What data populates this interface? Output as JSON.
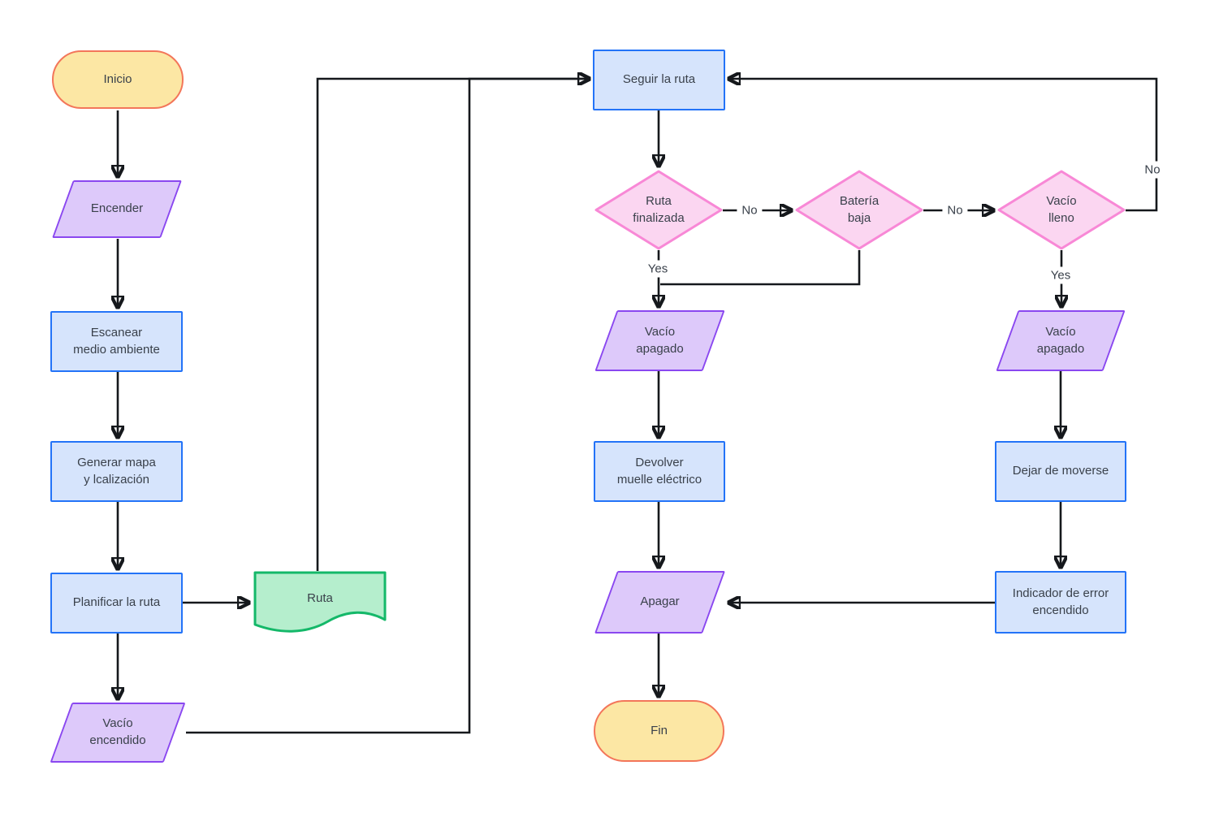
{
  "diagram": {
    "language": "es",
    "nodes": {
      "inicio": {
        "label": "Inicio",
        "type": "terminal"
      },
      "encender": {
        "label": "Encender",
        "type": "input-output"
      },
      "escanear": {
        "label": "Escanear\nmedio ambiente",
        "type": "process"
      },
      "generar": {
        "label": "Generar mapa\ny lcalización",
        "type": "process"
      },
      "planificar": {
        "label": "Planificar la ruta",
        "type": "process"
      },
      "ruta_doc": {
        "label": "Ruta",
        "type": "document"
      },
      "vacio_encendido": {
        "label": "Vacío\nencendido",
        "type": "input-output"
      },
      "seguir": {
        "label": "Seguir la ruta",
        "type": "process"
      },
      "ruta_finalizada": {
        "label": "Ruta\nfinalizada",
        "type": "decision"
      },
      "bateria_baja": {
        "label": "Batería\nbaja",
        "type": "decision"
      },
      "vacio_lleno": {
        "label": "Vacío\nlleno",
        "type": "decision"
      },
      "vacio_apagado_1": {
        "label": "Vacío\napagado",
        "type": "input-output"
      },
      "vacio_apagado_2": {
        "label": "Vacío\napagado",
        "type": "input-output"
      },
      "devolver": {
        "label": "Devolver\nmuelle eléctrico",
        "type": "process"
      },
      "dejar": {
        "label": "Dejar de moverse",
        "type": "process"
      },
      "apagar": {
        "label": "Apagar",
        "type": "input-output"
      },
      "indicador": {
        "label": "Indicador de error\nencendido",
        "type": "process"
      },
      "fin": {
        "label": "Fin",
        "type": "terminal"
      }
    },
    "edges": [
      {
        "from": "inicio",
        "to": "encender",
        "label": ""
      },
      {
        "from": "encender",
        "to": "escanear",
        "label": ""
      },
      {
        "from": "escanear",
        "to": "generar",
        "label": ""
      },
      {
        "from": "generar",
        "to": "planificar",
        "label": ""
      },
      {
        "from": "planificar",
        "to": "ruta_doc",
        "label": ""
      },
      {
        "from": "planificar",
        "to": "vacio_encendido",
        "label": ""
      },
      {
        "from": "ruta_doc",
        "to": "seguir",
        "label": ""
      },
      {
        "from": "vacio_encendido",
        "to": "seguir",
        "label": ""
      },
      {
        "from": "seguir",
        "to": "ruta_finalizada",
        "label": ""
      },
      {
        "from": "ruta_finalizada",
        "to": "bateria_baja",
        "label": "No"
      },
      {
        "from": "bateria_baja",
        "to": "vacio_lleno",
        "label": "No"
      },
      {
        "from": "vacio_lleno",
        "to": "seguir",
        "label": "No"
      },
      {
        "from": "ruta_finalizada",
        "to": "vacio_apagado_1",
        "label": "Yes"
      },
      {
        "from": "bateria_baja",
        "to": "vacio_apagado_1",
        "label": ""
      },
      {
        "from": "vacio_lleno",
        "to": "vacio_apagado_2",
        "label": "Yes"
      },
      {
        "from": "vacio_apagado_1",
        "to": "devolver",
        "label": ""
      },
      {
        "from": "devolver",
        "to": "apagar",
        "label": ""
      },
      {
        "from": "apagar",
        "to": "fin",
        "label": ""
      },
      {
        "from": "vacio_apagado_2",
        "to": "dejar",
        "label": ""
      },
      {
        "from": "dejar",
        "to": "indicador",
        "label": ""
      },
      {
        "from": "indicador",
        "to": "apagar",
        "label": ""
      }
    ],
    "colors": {
      "terminal_fill": "#fce7a4",
      "terminal_border": "#f3765a",
      "process_fill": "#d6e4fc",
      "process_border": "#2373f8",
      "io_fill": "#ddc9fa",
      "io_border": "#8a47f0",
      "decision_fill": "#fbd6f1",
      "decision_border": "#f888d6",
      "document_fill": "#b5eecd",
      "document_border": "#14b869",
      "connector": "#15181c",
      "text": "#3a414b"
    }
  }
}
